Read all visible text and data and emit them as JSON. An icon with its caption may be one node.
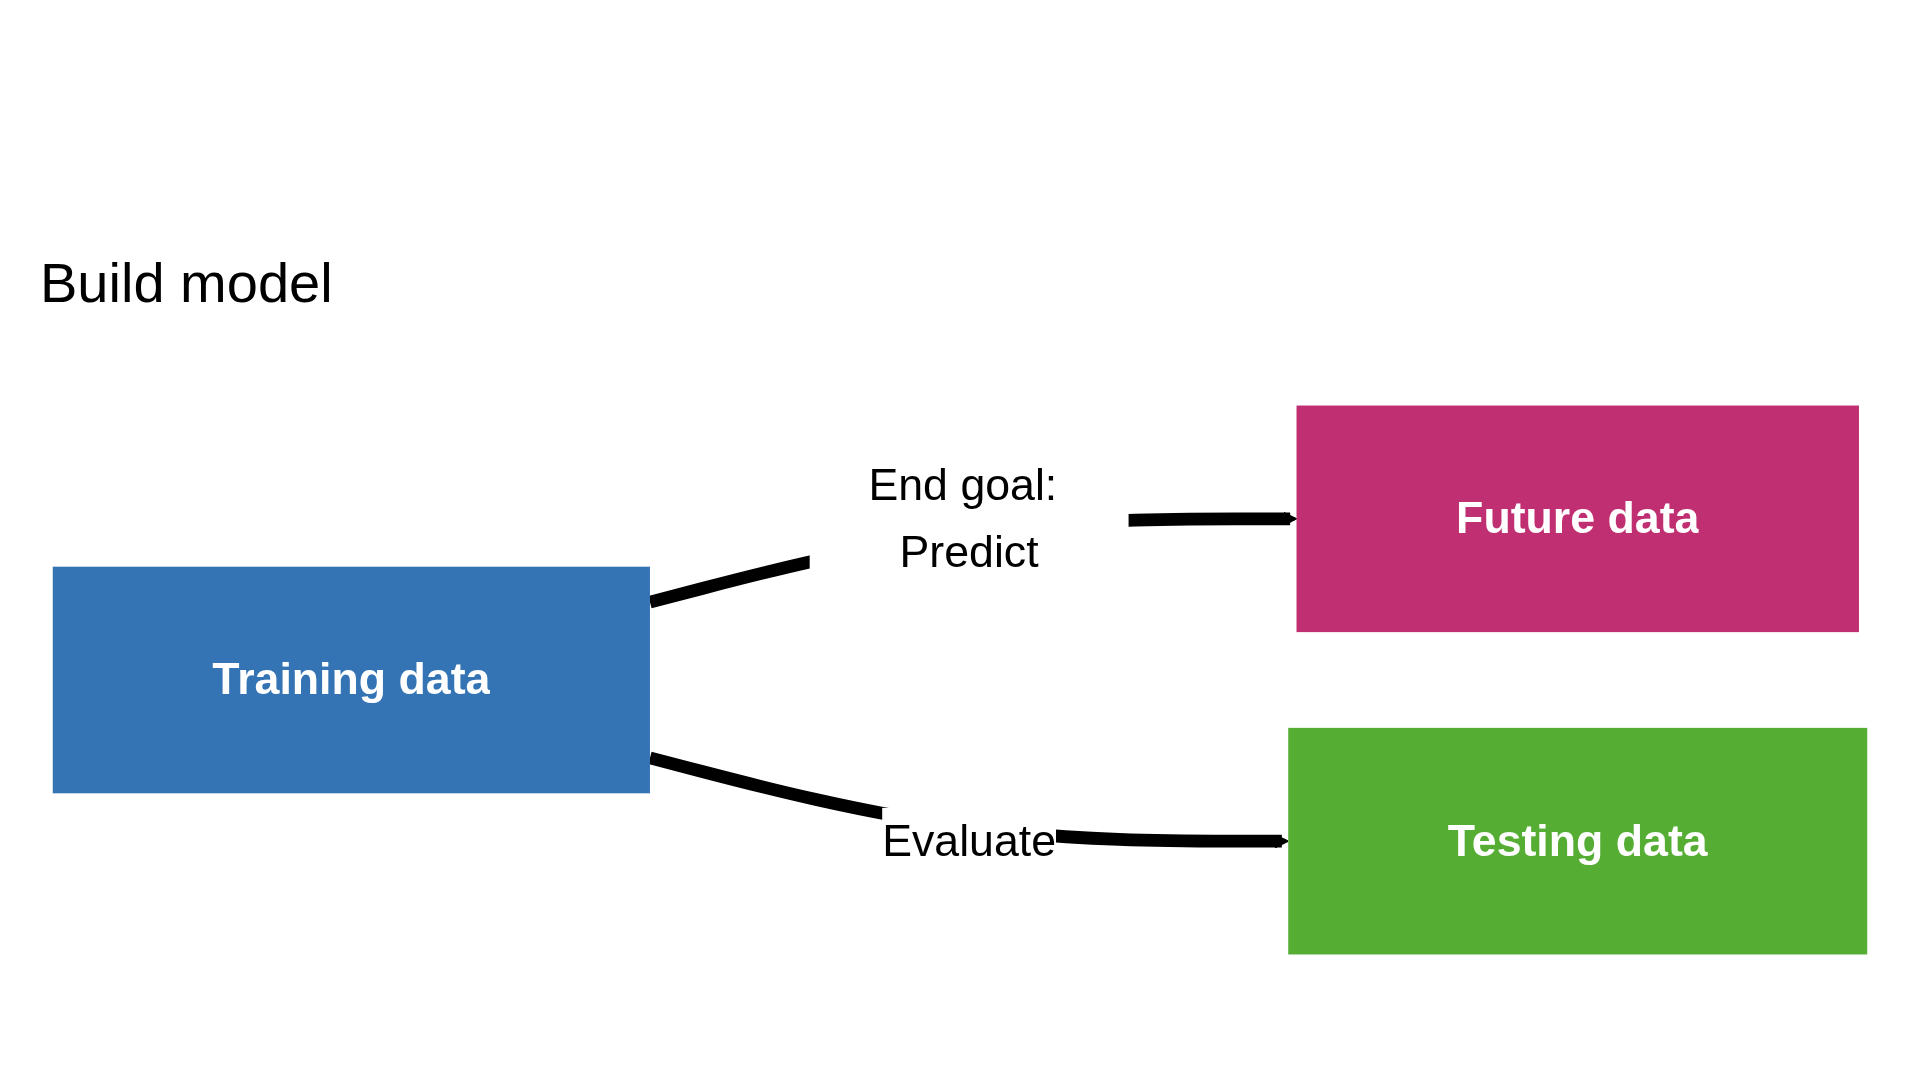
{
  "diagram": {
    "nodes": [
      {
        "text": [
          "Training data"
        ]
      },
      {
        "text": [
          "Testing data"
        ]
      },
      {
        "text": [
          "Future data"
        ]
      }
    ],
    "edges": [
      {
        "from": 0,
        "to": 2,
        "arrow": "to",
        "label": "End goal: Predict"
      },
      {
        "from": 0,
        "to": 1,
        "arrow": "to",
        "label": "Evaluate"
      }
    ],
    "labels": [
      "Build model"
    ]
  }
}
